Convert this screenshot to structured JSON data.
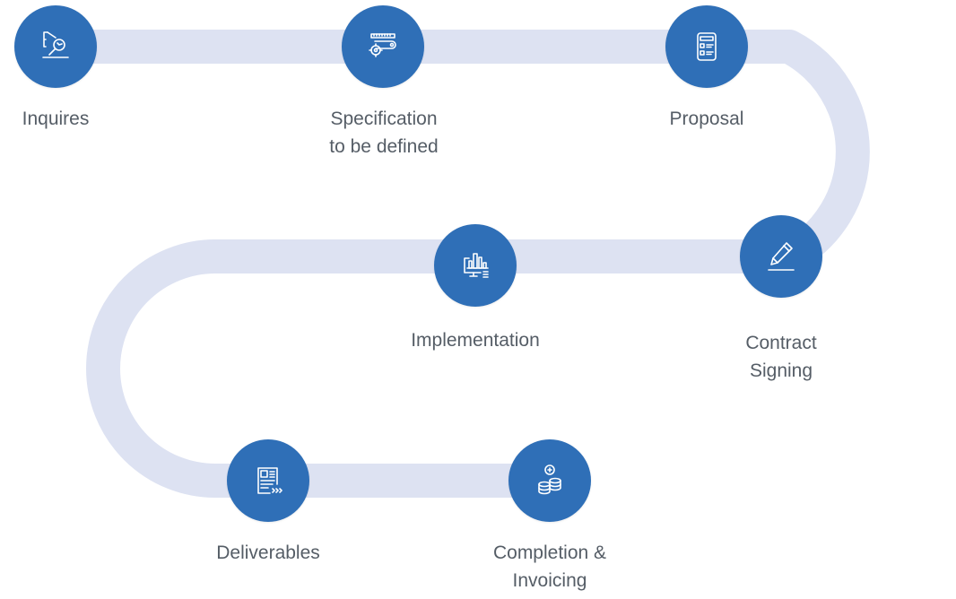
{
  "steps": [
    {
      "label_lines": [
        "Inquires"
      ],
      "icon": "analysis-icon"
    },
    {
      "label_lines": [
        "Specification",
        "to be defined"
      ],
      "icon": "ruler-gear-icon"
    },
    {
      "label_lines": [
        "Proposal"
      ],
      "icon": "checklist-icon"
    },
    {
      "label_lines": [
        "Contract",
        "Signing"
      ],
      "icon": "pen-sign-icon"
    },
    {
      "label_lines": [
        "Implementation"
      ],
      "icon": "monitor-chart-icon"
    },
    {
      "label_lines": [
        "Deliverables"
      ],
      "icon": "document-icon"
    },
    {
      "label_lines": [
        "Completion &",
        "Invoicing"
      ],
      "icon": "coins-icon"
    }
  ],
  "colors": {
    "path": "#dde2f2",
    "node": "#2f6fb7",
    "label": "#555d66",
    "icon_stroke": "#ffffff"
  }
}
